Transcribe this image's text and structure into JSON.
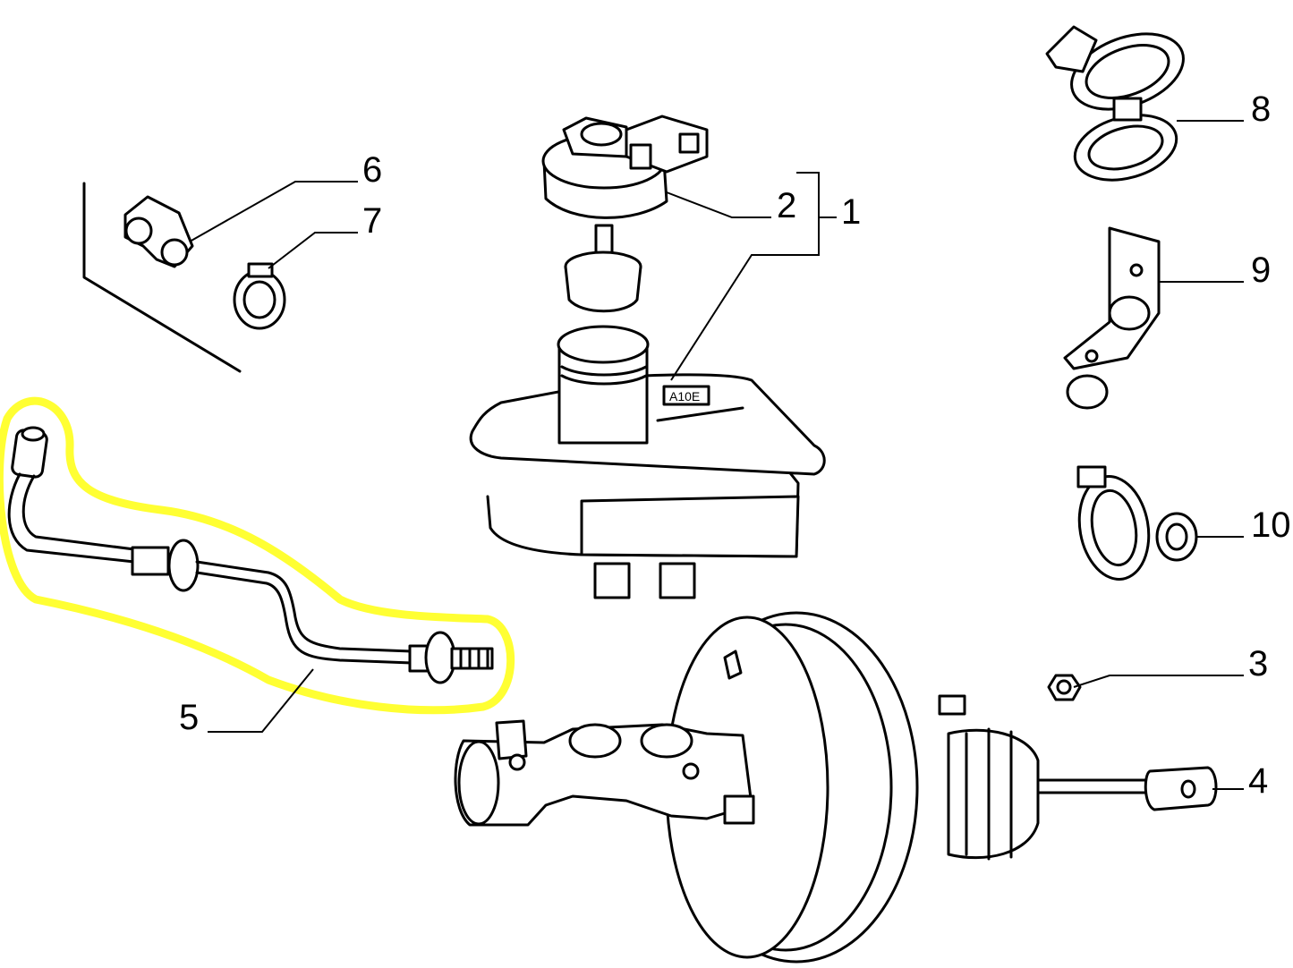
{
  "diagram": {
    "highlight_color": "#ffff33",
    "line_color": "#000000",
    "background": "#ffffff",
    "callouts": [
      {
        "id": "1",
        "label": "1"
      },
      {
        "id": "2",
        "label": "2"
      },
      {
        "id": "3",
        "label": "3"
      },
      {
        "id": "4",
        "label": "4"
      },
      {
        "id": "5",
        "label": "5"
      },
      {
        "id": "6",
        "label": "6"
      },
      {
        "id": "7",
        "label": "7"
      },
      {
        "id": "8",
        "label": "8"
      },
      {
        "id": "9",
        "label": "9"
      },
      {
        "id": "10",
        "label": "10"
      }
    ],
    "reservoir_tag": "A10E",
    "highlighted_part": "5"
  }
}
